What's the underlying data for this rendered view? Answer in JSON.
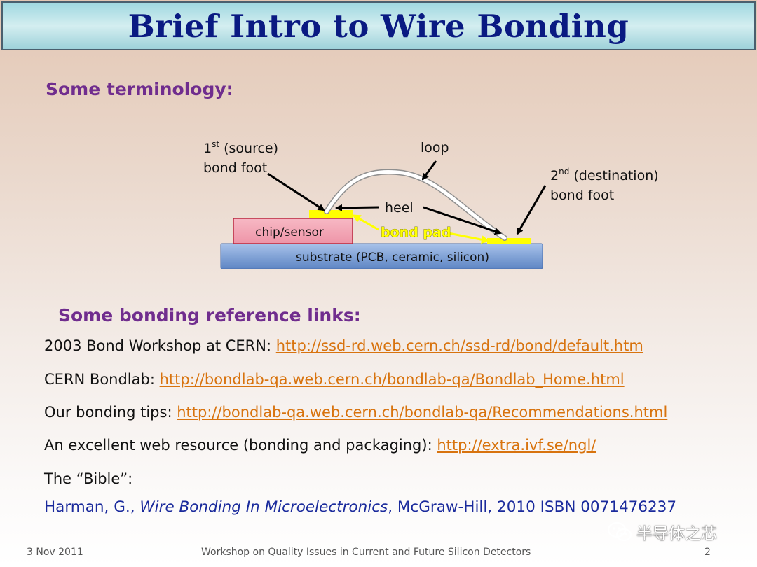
{
  "title": "Brief Intro to Wire Bonding",
  "terminology": {
    "heading": "Some terminology:"
  },
  "diagram": {
    "first_foot": {
      "line1_num": "1",
      "line1_sup": "st",
      "line1_rest": " (source)",
      "line2": "bond foot"
    },
    "loop": "loop",
    "second_foot": {
      "line1_num": "2",
      "line1_sup": "nd",
      "line1_rest": "  (destination)",
      "line2": "bond foot"
    },
    "heel": "heel",
    "chip": "chip/sensor",
    "bond_pad": "bond pad",
    "substrate": "substrate (PCB, ceramic, silicon)",
    "colors": {
      "chip_fill": "#f2a3b3",
      "chip_border": "#c0304a",
      "substrate_fill": "#7aa0d8",
      "pad": "#ffff00",
      "bond_pad_text": "#ffff00",
      "wire": "#ffffff",
      "arrow": "#000000"
    }
  },
  "references": {
    "heading": "Some bonding reference links:",
    "links": [
      {
        "label": "2003 Bond Workshop at CERN:  ",
        "url": "http://ssd-rd.web.cern.ch/ssd-rd/bond/default.htm"
      },
      {
        "label": "CERN Bondlab:  ",
        "url": "http://bondlab-qa.web.cern.ch/bondlab-qa/Bondlab_Home.html"
      },
      {
        "label": "Our bonding tips: ",
        "url": "http://bondlab-qa.web.cern.ch/bondlab-qa/Recommendations.html"
      },
      {
        "label": "An excellent web resource (bonding and packaging):  ",
        "url": "http://extra.ivf.se/ngl/"
      }
    ],
    "bible_label": "The “Bible”:",
    "bible": {
      "author": "Harman, G., ",
      "title": "Wire Bonding In Microelectronics",
      "rest": ", McGraw-Hill, 2010 ISBN 0071476237"
    }
  },
  "footer": {
    "date": "3 Nov 2011",
    "event": "Workshop on Quality Issues in Current and Future Silicon Detectors",
    "page": "2"
  },
  "watermark": {
    "text": "半导体之芯",
    "icon": "wechat-icon"
  }
}
